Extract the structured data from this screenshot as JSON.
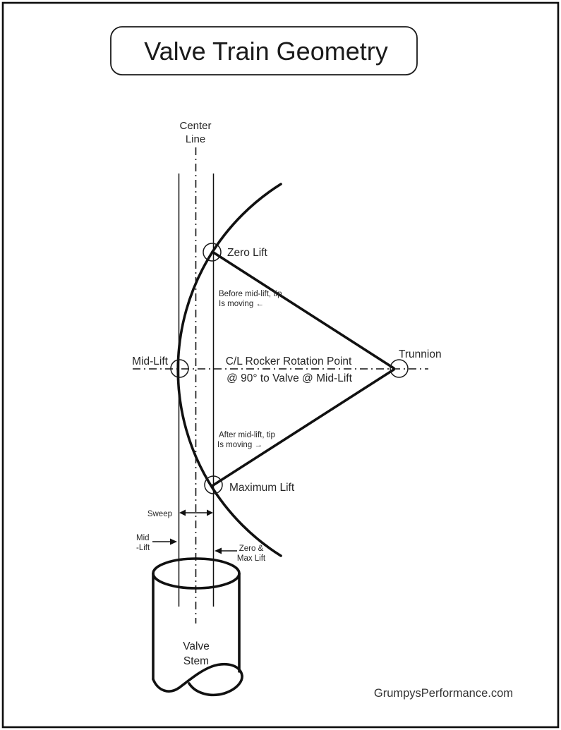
{
  "page": {
    "title": "Valve Train Geometry",
    "footer": "GrumpysPerformance.com"
  },
  "diagram": {
    "center_line_label": {
      "line1": "Center",
      "line2": "Line"
    },
    "labels": {
      "zero_lift": "Zero Lift",
      "mid_lift": "Mid-Lift",
      "trunnion": "Trunnion",
      "maximum_lift": "Maximum Lift",
      "rocker_rotation_line1": "C/L Rocker Rotation Point",
      "rocker_rotation_line2": "@ 90° to Valve @ Mid-Lift",
      "before_note_line1": "Before mid-lift, tip",
      "before_note_line2": "Is moving ←",
      "after_note_line1": "After mid-lift, tip",
      "after_note_line2": "Is moving →",
      "sweep": "Sweep",
      "mid_lift_dim_line1": "Mid",
      "mid_lift_dim_line2": "-Lift",
      "zero_max_dim_line1": "Zero &",
      "zero_max_dim_line2": "Max Lift",
      "valve_stem_line1": "Valve",
      "valve_stem_line2": "Stem"
    },
    "colors": {
      "ink": "#111111",
      "text": "#262626",
      "background": "#ffffff"
    }
  }
}
